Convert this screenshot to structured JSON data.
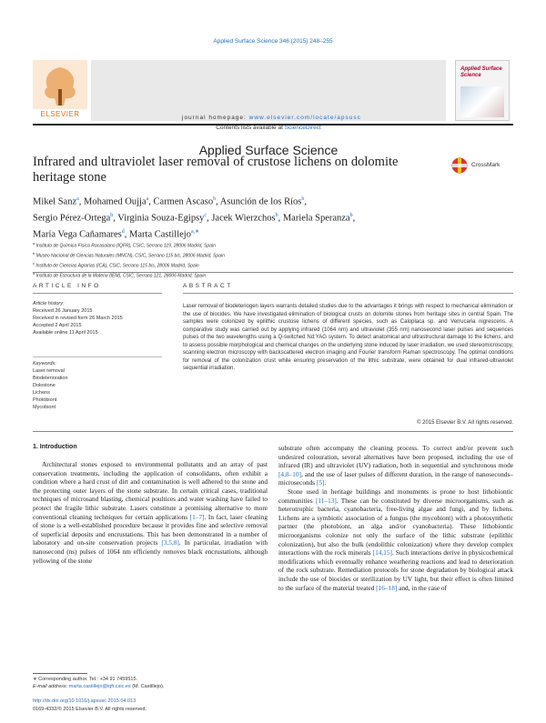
{
  "journal_ref": "Applied Surface Science 346 (2015) 248–255",
  "header": {
    "contents_prefix": "Contents lists available at ",
    "contents_link": "ScienceDirect",
    "journal_title": "Applied Surface Science",
    "homepage_prefix": "journal homepage: ",
    "homepage_url": "www.elsevier.com/locate/apsusc",
    "publisher": "ELSEVIER",
    "cover_title": "Applied Surface Science",
    "crossmark": "CrossMark"
  },
  "title": "Infrared and ultraviolet laser removal of crustose lichens on dolomite heritage stone",
  "authors": [
    {
      "name": "Mikel Sanz",
      "sup": "a"
    },
    {
      "name": "Mohamed Oujja",
      "sup": "a"
    },
    {
      "name": "Carmen Ascaso",
      "sup": "b"
    },
    {
      "name": "Asunción de los Ríos",
      "sup": "b"
    },
    {
      "name": "Sergio Pérez-Ortega",
      "sup": "b"
    },
    {
      "name": "Virginia Souza-Egipsy",
      "sup": "c"
    },
    {
      "name": "Jacek Wierzchos",
      "sup": "b"
    },
    {
      "name": "Mariela Speranza",
      "sup": "b"
    },
    {
      "name": "María Vega Cañamares",
      "sup": "d"
    },
    {
      "name": "Marta Castillejo",
      "sup": "a,∗"
    }
  ],
  "affiliations": [
    {
      "sup": "a",
      "text": "Instituto de Química Física Rocasolano (IQFR), CSIC, Serrano 119, 28006 Madrid, Spain"
    },
    {
      "sup": "b",
      "text": "Museo Nacional de Ciencias Naturales (MNCN), CSIC, Serrano 115 bis, 28006 Madrid, Spain"
    },
    {
      "sup": "c",
      "text": "Instituto de Ciencias Agrarias (ICA), CSIC, Serrano 115 bis, 28006 Madrid, Spain"
    },
    {
      "sup": "d",
      "text": "Instituto de Estructura de la Materia (IEM), CSIC, Serrano 121, 28006 Madrid, Spain"
    }
  ],
  "article_info": {
    "heading": "ARTICLE INFO",
    "history_label": "Article history:",
    "history": [
      "Received 26 January 2015",
      "Received in revised form 26 March 2015",
      "Accepted 2 April 2015",
      "Available online 11 April 2015"
    ],
    "keywords_label": "Keywords:",
    "keywords": [
      "Laser removal",
      "Biodeterioration",
      "Dolostone",
      "Lichens",
      "Photobiont",
      "Mycobiont"
    ]
  },
  "abstract": {
    "heading": "ABSTRACT",
    "text": "Laser removal of biodeteriogen layers warrants detailed studies due to the advantages it brings with respect to mechanical elimination or the use of biocides. We have investigated elimination of biological crusts on dolomite stones from heritage sites in central Spain. The samples were colonized by epilithic crustose lichens of different species, such as Caloplaca sp. and Verrucaria nigrescens. A comparative study was carried out by applying infrared (1064 nm) and ultraviolet (355 nm) nanosecond laser pulses and sequences pulses of the two wavelengths using a Q-switched Nd:YAG system. To detect anatomical and ultrastructural damage to the lichens, and to assess possible morphological and chemical changes on the underlying stone induced by laser irradiation, we used stereomicroscopy, scanning electron microscopy with backscattered electron imaging and Fourier transform Raman spectroscopy. The optimal conditions for removal of the colonization crust while ensuring preservation of the lithic substrate, were obtained for dual infrared-ultraviolet sequential irradiation.",
    "copyright": "© 2015 Elsevier B.V. All rights reserved."
  },
  "intro": {
    "heading": "1.  Introduction",
    "col1_a": "Architectural stones exposed to environmental pollutants and an array of past conservation treatments, including the application of consolidants, often exhibit a condition where a hard crust of dirt and contamination is well adhered to the stone and the protecting outer layers of the stone substrate. In certain critical cases, traditional techniques of microsand blasting, chemical poultices and water washing have failed to protect the fragile lithic substrate. Lasers constitute a promising alternative to more conventional cleaning techniques for certain applications ",
    "cite1": "[1–7]",
    "col1_b": ". In fact, laser cleaning of stone is a well-established procedure because it provides fine and selective removal of superficial deposits and encrustations. This has been demonstrated in a number of laboratory and on-site conservation projects ",
    "cite2": "[3,5,8]",
    "col1_c": ". In particular, irradiation with nanosecond (ns) pulses of 1064 nm efficiently removes black encrustations, although yellowing of the stone",
    "col2_a": "substrate often accompany the cleaning process. To correct and/or prevent such undesired colouration, several alternatives have been proposed, including the use of infrared (IR) and ultraviolet (UV) radiation, both in sequential and synchronous mode ",
    "cite3": "[4,8–10]",
    "col2_b": ", and the use of laser pulses of different duration, in the range of nanoseconds–microseconds ",
    "cite4": "[5]",
    "col2_c": ".",
    "col2_d": "Stone used in heritage buildings and monuments is prone to host lithobiontic communities ",
    "cite5": "[11–13]",
    "col2_e": ". These can be constituted by diverse microorganisms, such as heterotrophic bacteria, cyanobacteria, free-living algae and fungi, and by lichens. Lichens are a symbiotic association of a fungus (the mycobiont) with a photosynthetic partner (the photobiont, an alga and/or cyanobacteria). These lithobiontic microorganisms colonize not only the surface of the lithic substrate (epilithic colonization), but also the bulk (endolithic colonization) where they develop complex interactions with the rock minerals ",
    "cite6": "[14,15]",
    "col2_f": ". Such interactions derive in physicochemical modifications which eventually enhance weathering reactions and lead to deterioration of the rock substrate. Remediation protocols for stone degradation by biological attack include the use of biocides or sterilization by UV light, but their effect is often limited to the surface of the material treated ",
    "cite7": "[16–18]",
    "col2_g": " and, in the case of"
  },
  "footnotes": {
    "corresponding": "∗  Corresponding author. Tel.: +34 91 7459515.",
    "email_label": "E-mail address: ",
    "email": "marta.castillejo@iqfr.csic.es",
    "email_suffix": " (M. Castillejo).",
    "doi": "http://dx.doi.org/10.1016/j.apsusc.2015.04.013",
    "issn": "0169-4332/© 2015 Elsevier B.V. All rights reserved."
  }
}
